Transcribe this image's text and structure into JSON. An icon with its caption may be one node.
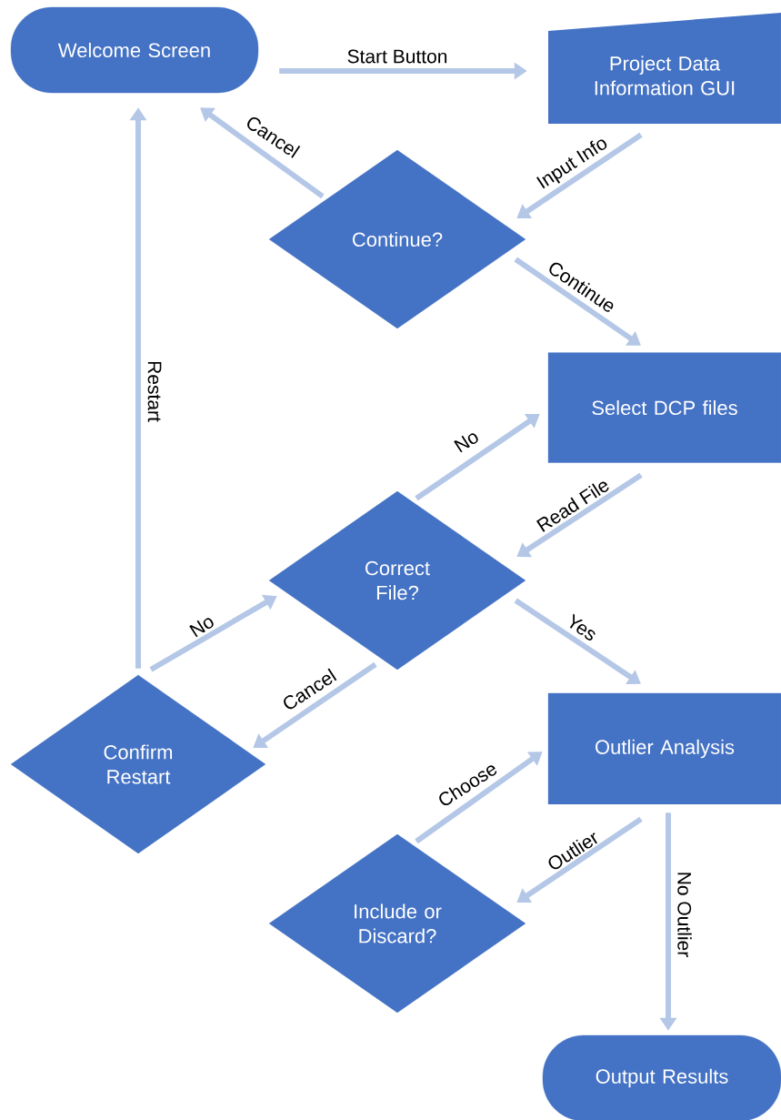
{
  "diagram": {
    "nodes": [
      {
        "text": [
          "Welcome Screen"
        ]
      },
      {
        "text": [
          "Project Data Information GUI"
        ]
      },
      {
        "text": [
          "Continue?"
        ]
      },
      {
        "text": [
          "Select DCP files"
        ]
      },
      {
        "text": [
          "Correct File?"
        ]
      },
      {
        "text": [
          "Confirm Restart"
        ]
      },
      {
        "text": [
          "Outlier Analysis"
        ]
      },
      {
        "text": [
          "Include or Discard?"
        ]
      },
      {
        "text": [
          "Output Results"
        ]
      }
    ],
    "edges": [
      {
        "from": 0,
        "to": 1,
        "arrow": "to",
        "label": "Start Button"
      },
      {
        "from": 1,
        "to": 2,
        "arrow": "to",
        "label": "Input Info"
      },
      {
        "from": 2,
        "to": 0,
        "arrow": "to",
        "label": "Cancel"
      },
      {
        "from": 2,
        "to": 3,
        "arrow": "to",
        "label": "Continue"
      },
      {
        "from": 3,
        "to": 4,
        "arrow": "to",
        "label": "Read File"
      },
      {
        "from": 4,
        "to": 3,
        "arrow": "to",
        "label": "No"
      },
      {
        "from": 4,
        "to": 6,
        "arrow": "to",
        "label": "Yes"
      },
      {
        "from": 4,
        "to": 5,
        "arrow": "to",
        "label": "Cancel"
      },
      {
        "from": 5,
        "to": 4,
        "arrow": "to",
        "label": "No"
      },
      {
        "from": 5,
        "to": 0,
        "arrow": "to",
        "label": "Restart"
      },
      {
        "from": 6,
        "to": 7,
        "arrow": "to",
        "label": "Outlier"
      },
      {
        "from": 7,
        "to": 6,
        "arrow": "to",
        "label": "Choose"
      },
      {
        "from": 6,
        "to": 8,
        "arrow": "to",
        "label": "No Outlier"
      }
    ]
  }
}
